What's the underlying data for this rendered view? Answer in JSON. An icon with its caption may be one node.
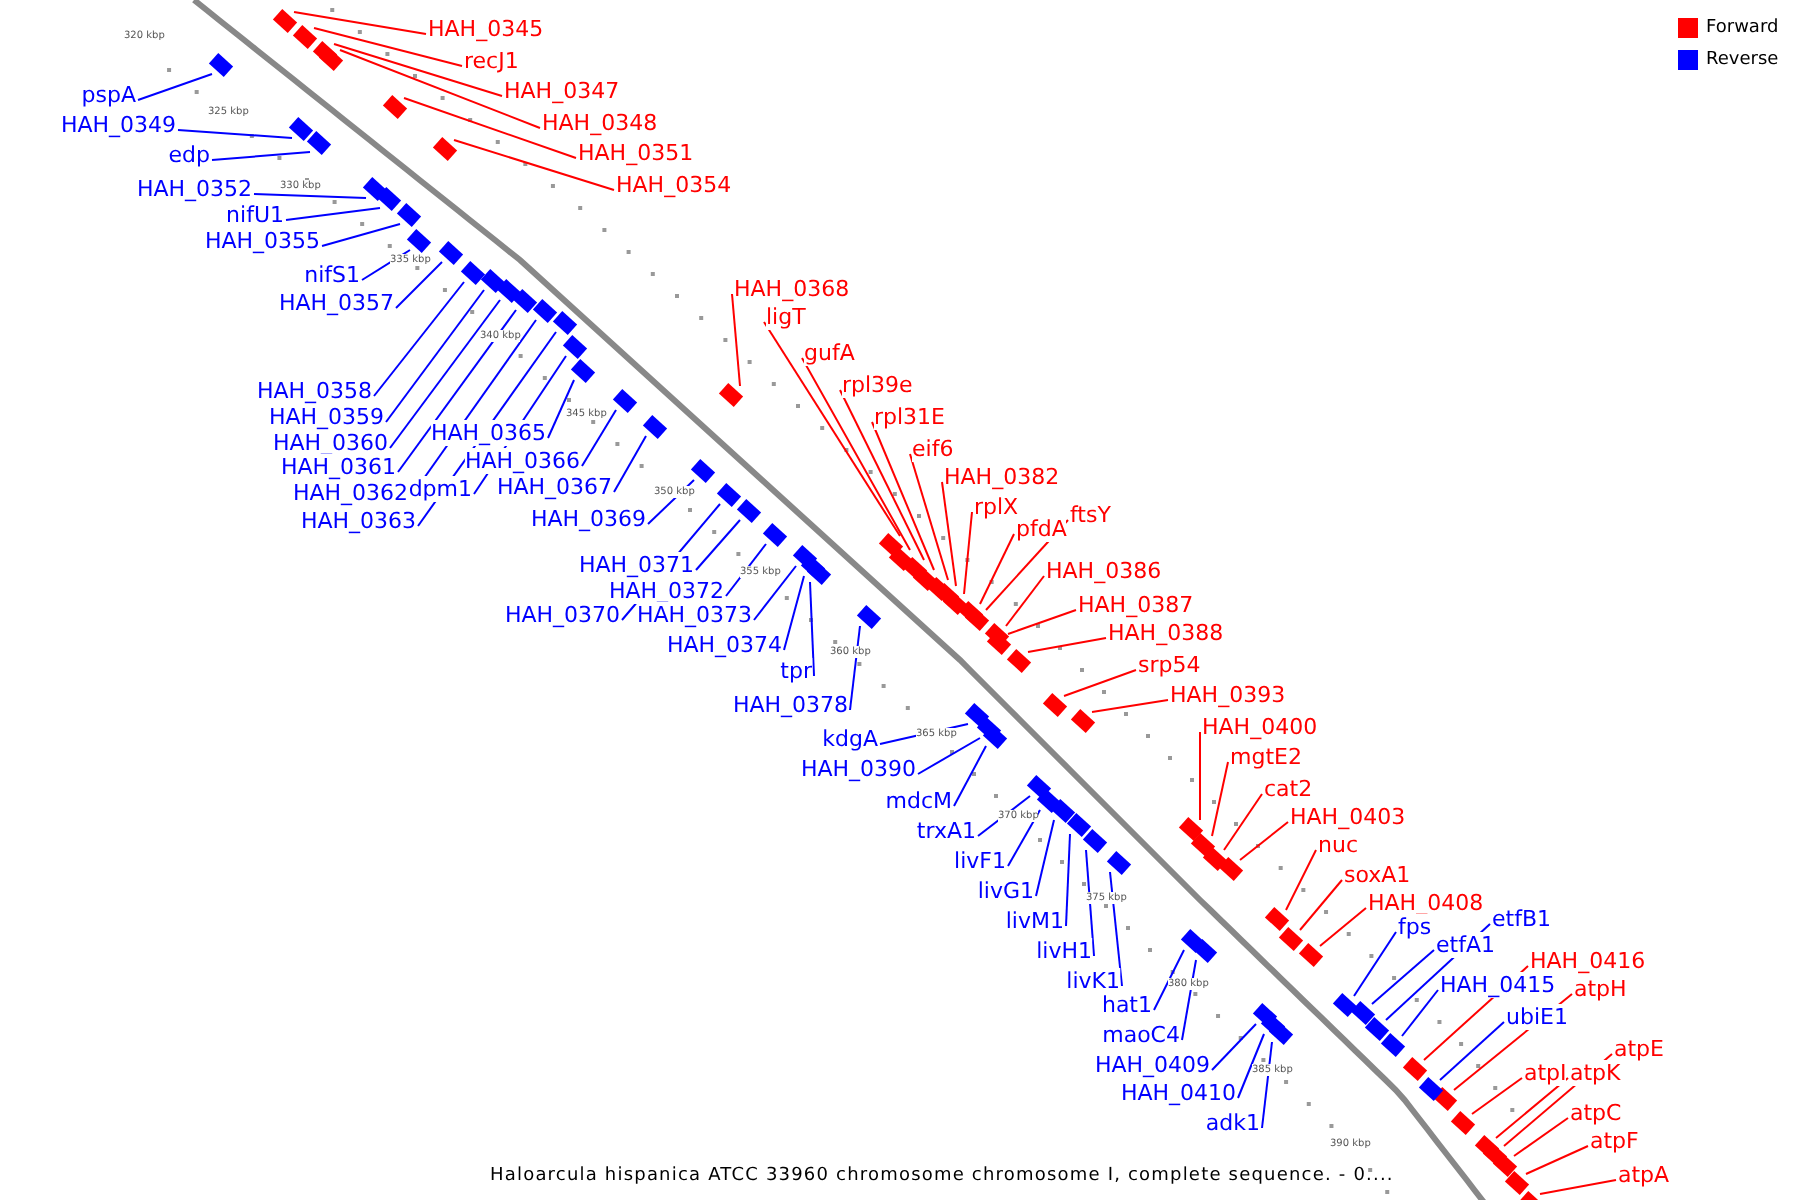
{
  "diagram": {
    "caption": "Haloarcula hispanica ATCC 33960 chromosome chromosome I, complete sequence. - 0....",
    "nodes": [
      {
        "text": [
          "HAH_0345"
        ]
      },
      {
        "text": [
          "recJ1"
        ]
      },
      {
        "text": [
          "HAH_0347"
        ]
      },
      {
        "text": [
          "HAH_0348"
        ]
      },
      {
        "text": [
          "HAH_0351"
        ]
      },
      {
        "text": [
          "HAH_0354"
        ]
      },
      {
        "text": [
          "pspA"
        ]
      },
      {
        "text": [
          "HAH_0349"
        ]
      },
      {
        "text": [
          "edp"
        ]
      },
      {
        "text": [
          "HAH_0352"
        ]
      },
      {
        "text": [
          "nifU1"
        ]
      },
      {
        "text": [
          "HAH_0355"
        ]
      },
      {
        "text": [
          "nifS1"
        ]
      },
      {
        "text": [
          "HAH_0357"
        ]
      },
      {
        "text": [
          "HAH_0368"
        ]
      },
      {
        "text": [
          "ligT"
        ]
      },
      {
        "text": [
          "gufA"
        ]
      },
      {
        "text": [
          "rpl39e"
        ]
      },
      {
        "text": [
          "HAH_0358"
        ]
      },
      {
        "text": [
          "HAH_0359"
        ]
      },
      {
        "text": [
          "rpl31E"
        ]
      },
      {
        "text": [
          "HAH_0365"
        ]
      },
      {
        "text": [
          "HAH_0360"
        ]
      },
      {
        "text": [
          "eif6"
        ]
      },
      {
        "text": [
          "HAH_0366"
        ]
      },
      {
        "text": [
          "HAH_0361"
        ]
      },
      {
        "text": [
          "HAH_0382"
        ]
      },
      {
        "text": [
          "dpm1"
        ]
      },
      {
        "text": [
          "HAH_0367"
        ]
      },
      {
        "text": [
          "HAH_0362"
        ]
      },
      {
        "text": [
          "rplX"
        ]
      },
      {
        "text": [
          "ftsY"
        ]
      },
      {
        "text": [
          "HAH_0363"
        ]
      },
      {
        "text": [
          "HAH_0369"
        ]
      },
      {
        "text": [
          "pfdA"
        ]
      },
      {
        "text": [
          "HAH_0371"
        ]
      },
      {
        "text": [
          "HAH_0386"
        ]
      },
      {
        "text": [
          "HAH_0372"
        ]
      },
      {
        "text": [
          "HAH_0387"
        ]
      },
      {
        "text": [
          "HAH_0370"
        ]
      },
      {
        "text": [
          "HAH_0373"
        ]
      },
      {
        "text": [
          "HAH_0388"
        ]
      },
      {
        "text": [
          "HAH_0374"
        ]
      },
      {
        "text": [
          "srp54"
        ]
      },
      {
        "text": [
          "tpr"
        ]
      },
      {
        "text": [
          "HAH_0393"
        ]
      },
      {
        "text": [
          "HAH_0378"
        ]
      },
      {
        "text": [
          "HAH_0400"
        ]
      },
      {
        "text": [
          "kdgA"
        ]
      },
      {
        "text": [
          "mgtE2"
        ]
      },
      {
        "text": [
          "HAH_0390"
        ]
      },
      {
        "text": [
          "cat2"
        ]
      },
      {
        "text": [
          "mdcM"
        ]
      },
      {
        "text": [
          "HAH_0403"
        ]
      },
      {
        "text": [
          "trxA1"
        ]
      },
      {
        "text": [
          "nuc"
        ]
      },
      {
        "text": [
          "livF1"
        ]
      },
      {
        "text": [
          "soxA1"
        ]
      },
      {
        "text": [
          "livG1"
        ]
      },
      {
        "text": [
          "HAH_0408"
        ]
      },
      {
        "text": [
          "etfB1"
        ]
      },
      {
        "text": [
          "fps"
        ]
      },
      {
        "text": [
          "livM1"
        ]
      },
      {
        "text": [
          "etfA1"
        ]
      },
      {
        "text": [
          "livH1"
        ]
      },
      {
        "text": [
          "HAH_0416"
        ]
      },
      {
        "text": [
          "livK1"
        ]
      },
      {
        "text": [
          "HAH_0415"
        ]
      },
      {
        "text": [
          "atpH"
        ]
      },
      {
        "text": [
          "hat1"
        ]
      },
      {
        "text": [
          "ubiE1"
        ]
      },
      {
        "text": [
          "maoC4"
        ]
      },
      {
        "text": [
          "atpE"
        ]
      },
      {
        "text": [
          "HAH_0409"
        ]
      },
      {
        "text": [
          "atpI"
        ]
      },
      {
        "text": [
          "atpK"
        ]
      },
      {
        "text": [
          "HAH_0410"
        ]
      },
      {
        "text": [
          "atpC"
        ]
      },
      {
        "text": [
          "adk1"
        ]
      },
      {
        "text": [
          "atpF"
        ]
      },
      {
        "text": [
          "atpA"
        ]
      },
      {
        "text": [],
        "shape": "box"
      },
      {
        "text": [],
        "shape": "box"
      },
      {
        "text": [],
        "shape": "box"
      },
      {
        "text": [],
        "shape": "box"
      },
      {
        "text": [],
        "shape": "box"
      },
      {
        "text": [],
        "shape": "box"
      },
      {
        "text": [],
        "shape": "box"
      },
      {
        "text": [],
        "shape": "box"
      },
      {
        "text": [],
        "shape": "box"
      },
      {
        "text": [],
        "shape": "box"
      },
      {
        "text": [],
        "shape": "box"
      },
      {
        "text": [],
        "shape": "box"
      },
      {
        "text": [],
        "shape": "box"
      },
      {
        "text": [],
        "shape": "box"
      },
      {
        "text": [],
        "shape": "box"
      },
      {
        "text": [],
        "shape": "box"
      },
      {
        "text": [],
        "shape": "box"
      },
      {
        "text": [],
        "shape": "box"
      },
      {
        "text": [],
        "shape": "box"
      },
      {
        "text": [],
        "shape": "box"
      },
      {
        "text": [],
        "shape": "box"
      },
      {
        "text": [],
        "shape": "box"
      },
      {
        "text": [],
        "shape": "box"
      },
      {
        "text": [],
        "shape": "box"
      },
      {
        "text": [],
        "shape": "box"
      },
      {
        "text": [],
        "shape": "box"
      },
      {
        "text": [],
        "shape": "box"
      },
      {
        "text": [],
        "shape": "box"
      },
      {
        "text": [],
        "shape": "box"
      },
      {
        "text": [],
        "shape": "box"
      },
      {
        "text": [],
        "shape": "box"
      },
      {
        "text": [],
        "shape": "box"
      },
      {
        "text": [],
        "shape": "box"
      },
      {
        "text": [],
        "shape": "box"
      },
      {
        "text": [],
        "shape": "box"
      },
      {
        "text": [],
        "shape": "box"
      },
      {
        "text": [],
        "shape": "box"
      },
      {
        "text": [],
        "shape": "box"
      },
      {
        "text": [],
        "shape": "box"
      },
      {
        "text": [],
        "shape": "box"
      },
      {
        "text": [],
        "shape": "box"
      },
      {
        "text": [],
        "shape": "box"
      },
      {
        "text": [],
        "shape": "box"
      },
      {
        "text": [],
        "shape": "box"
      },
      {
        "text": [],
        "shape": "box"
      },
      {
        "text": [],
        "shape": "box"
      },
      {
        "text": [],
        "shape": "box"
      },
      {
        "text": [],
        "shape": "box"
      },
      {
        "text": [],
        "shape": "box"
      },
      {
        "text": [],
        "shape": "box"
      },
      {
        "text": [],
        "shape": "box"
      },
      {
        "text": [],
        "shape": "box"
      },
      {
        "text": [],
        "shape": "box"
      },
      {
        "text": [],
        "shape": "box"
      },
      {
        "text": [],
        "shape": "box"
      },
      {
        "text": [],
        "shape": "box"
      },
      {
        "text": [],
        "shape": "box"
      },
      {
        "text": [],
        "shape": "box"
      },
      {
        "text": [],
        "shape": "box"
      },
      {
        "text": [],
        "shape": "box"
      },
      {
        "text": [],
        "shape": "box"
      },
      {
        "text": [],
        "shape": "box"
      },
      {
        "text": [],
        "shape": "box"
      },
      {
        "text": [],
        "shape": "box"
      },
      {
        "text": [],
        "shape": "box"
      },
      {
        "text": [],
        "shape": "box"
      },
      {
        "text": [],
        "shape": "box"
      },
      {
        "text": [],
        "shape": "box"
      },
      {
        "text": [],
        "shape": "box"
      },
      {
        "text": [],
        "shape": "box"
      },
      {
        "text": [],
        "shape": "box"
      },
      {
        "text": [],
        "shape": "box"
      },
      {
        "text": [],
        "shape": "box"
      },
      {
        "text": [],
        "shape": "box"
      },
      {
        "text": [],
        "shape": "box"
      },
      {
        "text": [],
        "shape": "box"
      },
      {
        "text": [],
        "shape": "box"
      },
      {
        "text": [],
        "shape": "box"
      },
      {
        "text": [],
        "shape": "box"
      },
      {
        "text": [],
        "shape": "box"
      },
      {
        "text": [],
        "shape": "box"
      }
    ],
    "edges": [
      {
        "from": 0,
        "to": 81,
        "arrow": "none",
        "color": "#ff0000"
      },
      {
        "from": 1,
        "to": 82,
        "arrow": "none",
        "color": "#ff0000"
      },
      {
        "from": 2,
        "to": 83,
        "arrow": "none",
        "color": "#ff0000"
      },
      {
        "from": 3,
        "to": 84,
        "arrow": "none",
        "color": "#ff0000"
      },
      {
        "from": 4,
        "to": 85,
        "arrow": "none",
        "color": "#ff0000"
      },
      {
        "from": 5,
        "to": 86,
        "arrow": "none",
        "color": "#ff0000"
      },
      {
        "from": 6,
        "to": 87,
        "arrow": "none"
      },
      {
        "from": 7,
        "to": 88,
        "arrow": "none"
      },
      {
        "from": 8,
        "to": 89,
        "arrow": "none"
      },
      {
        "from": 9,
        "to": 90,
        "arrow": "none"
      },
      {
        "from": 10,
        "to": 91,
        "arrow": "none"
      },
      {
        "from": 11,
        "to": 92,
        "arrow": "none"
      },
      {
        "from": 12,
        "to": 93,
        "arrow": "none"
      },
      {
        "from": 13,
        "to": 94,
        "arrow": "none"
      },
      {
        "from": 14,
        "to": 95,
        "arrow": "none",
        "color": "#ff0000"
      },
      {
        "from": 15,
        "to": 96,
        "arrow": "none",
        "color": "#ff0000"
      },
      {
        "from": 16,
        "to": 97,
        "arrow": "none",
        "color": "#ff0000"
      },
      {
        "from": 17,
        "to": 98,
        "arrow": "none",
        "color": "#ff0000"
      },
      {
        "from": 18,
        "to": 99,
        "arrow": "none"
      },
      {
        "from": 19,
        "to": 100,
        "arrow": "none"
      },
      {
        "from": 20,
        "to": 101,
        "arrow": "none",
        "color": "#ff0000"
      },
      {
        "from": 21,
        "to": 102,
        "arrow": "none"
      },
      {
        "from": 22,
        "to": 103,
        "arrow": "none"
      },
      {
        "from": 23,
        "to": 104,
        "arrow": "none",
        "color": "#ff0000"
      },
      {
        "from": 24,
        "to": 105,
        "arrow": "none"
      },
      {
        "from": 25,
        "to": 106,
        "arrow": "none"
      },
      {
        "from": 26,
        "to": 107,
        "arrow": "none",
        "color": "#ff0000"
      },
      {
        "from": 27,
        "to": 108,
        "arrow": "none"
      },
      {
        "from": 28,
        "to": 109,
        "arrow": "none"
      },
      {
        "from": 29,
        "to": 110,
        "arrow": "none"
      },
      {
        "from": 30,
        "to": 111,
        "arrow": "none",
        "color": "#ff0000"
      },
      {
        "from": 31,
        "to": 112,
        "arrow": "none",
        "color": "#ff0000"
      },
      {
        "from": 32,
        "to": 113,
        "arrow": "none"
      },
      {
        "from": 33,
        "to": 114,
        "arrow": "none"
      },
      {
        "from": 34,
        "to": 115,
        "arrow": "none",
        "color": "#ff0000"
      },
      {
        "from": 35,
        "to": 116,
        "arrow": "none"
      },
      {
        "from": 36,
        "to": 117,
        "arrow": "none",
        "color": "#ff0000"
      },
      {
        "from": 37,
        "to": 118,
        "arrow": "none"
      },
      {
        "from": 38,
        "to": 119,
        "arrow": "none",
        "color": "#ff0000"
      },
      {
        "from": 39,
        "to": 120,
        "arrow": "none"
      },
      {
        "from": 40,
        "to": 121,
        "arrow": "none"
      },
      {
        "from": 41,
        "to": 122,
        "arrow": "none",
        "color": "#ff0000"
      },
      {
        "from": 42,
        "to": 123,
        "arrow": "none"
      },
      {
        "from": 43,
        "to": 124,
        "arrow": "none",
        "color": "#ff0000"
      },
      {
        "from": 44,
        "to": 125,
        "arrow": "none"
      },
      {
        "from": 45,
        "to": 126,
        "arrow": "none",
        "color": "#ff0000"
      },
      {
        "from": 46,
        "to": 127,
        "arrow": "none"
      },
      {
        "from": 47,
        "to": 128,
        "arrow": "none",
        "color": "#ff0000"
      },
      {
        "from": 48,
        "to": 129,
        "arrow": "none"
      },
      {
        "from": 49,
        "to": 130,
        "arrow": "none",
        "color": "#ff0000"
      },
      {
        "from": 50,
        "to": 131,
        "arrow": "none"
      },
      {
        "from": 51,
        "to": 132,
        "arrow": "none",
        "color": "#ff0000"
      },
      {
        "from": 52,
        "to": 133,
        "arrow": "none"
      },
      {
        "from": 53,
        "to": 134,
        "arrow": "none",
        "color": "#ff0000"
      },
      {
        "from": 54,
        "to": 135,
        "arrow": "none"
      },
      {
        "from": 55,
        "to": 136,
        "arrow": "none",
        "color": "#ff0000"
      },
      {
        "from": 56,
        "to": 137,
        "arrow": "none"
      },
      {
        "from": 57,
        "to": 138,
        "arrow": "none",
        "color": "#ff0000"
      },
      {
        "from": 58,
        "to": 139,
        "arrow": "none"
      },
      {
        "from": 59,
        "to": 140,
        "arrow": "none",
        "color": "#ff0000"
      },
      {
        "from": 60,
        "to": 141,
        "arrow": "none"
      },
      {
        "from": 61,
        "to": 142,
        "arrow": "none"
      },
      {
        "from": 62,
        "to": 143,
        "arrow": "none"
      },
      {
        "from": 63,
        "to": 144,
        "arrow": "none"
      },
      {
        "from": 64,
        "to": 145,
        "arrow": "none"
      },
      {
        "from": 65,
        "to": 146,
        "arrow": "none",
        "color": "#ff0000"
      },
      {
        "from": 66,
        "to": 147,
        "arrow": "none"
      },
      {
        "from": 67,
        "to": 148,
        "arrow": "none"
      },
      {
        "from": 68,
        "to": 149,
        "arrow": "none",
        "color": "#ff0000"
      },
      {
        "from": 69,
        "to": 150,
        "arrow": "none"
      },
      {
        "from": 70,
        "to": 151,
        "arrow": "none"
      },
      {
        "from": 71,
        "to": 152,
        "arrow": "none"
      },
      {
        "from": 72,
        "to": 153,
        "arrow": "none",
        "color": "#ff0000"
      },
      {
        "from": 73,
        "to": 154,
        "arrow": "none"
      },
      {
        "from": 74,
        "to": 155,
        "arrow": "none",
        "color": "#ff0000"
      },
      {
        "from": 75,
        "to": 156,
        "arrow": "none",
        "color": "#ff0000"
      },
      {
        "from": 76,
        "to": 157,
        "arrow": "none"
      },
      {
        "from": 77,
        "to": 158,
        "arrow": "none",
        "color": "#ff0000"
      },
      {
        "from": 78,
        "to": 159,
        "arrow": "none"
      },
      {
        "from": 79,
        "to": 160,
        "arrow": "none",
        "color": "#ff0000"
      },
      {
        "from": 80,
        "to": 161,
        "arrow": "none",
        "color": "#ff0000"
      }
    ],
    "labels": [
      "320 kbp",
      "325 kbp",
      "330 kbp",
      "335 kbp",
      "340 kbp",
      "345 kbp",
      "350 kbp",
      "355 kbp",
      "360 kbp",
      "365 kbp",
      "370 kbp",
      "375 kbp",
      "380 kbp",
      "385 kbp",
      "390 kbp"
    ],
    "legend": [
      {
        "text": "Forward",
        "color": "#ff0000"
      },
      {
        "text": "Reverse",
        "color": "#0000ff"
      }
    ]
  }
}
